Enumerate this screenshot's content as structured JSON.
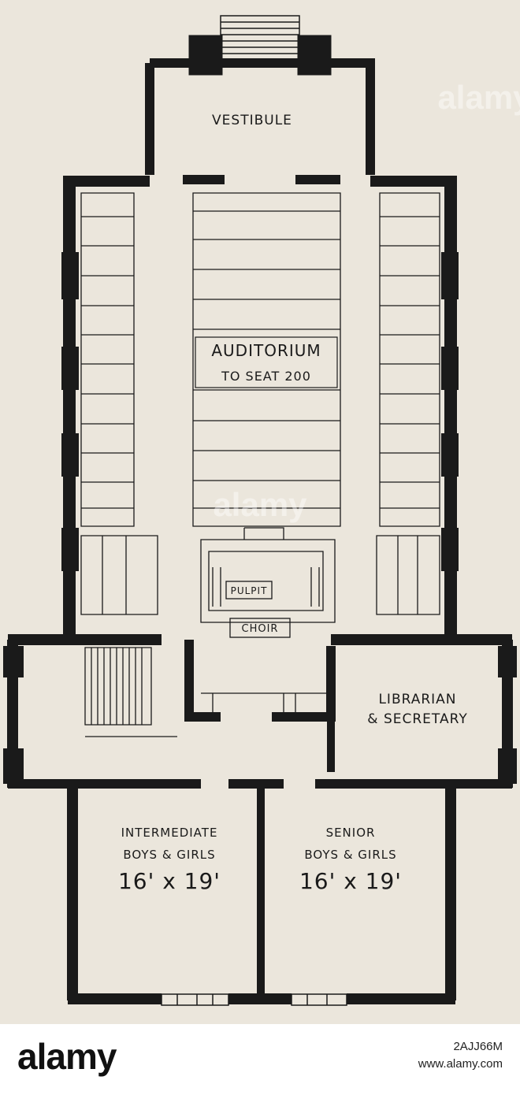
{
  "plan": {
    "rooms": {
      "vestibule": "VESTIBULE",
      "auditorium_line1": "AUDITORIUM",
      "auditorium_line2": "TO SEAT 200",
      "pulpit": "PULPIT",
      "choir": "CHOIR",
      "librarian_line1": "LIBRARIAN",
      "librarian_line2": "& SECRETARY",
      "intermediate_line1": "INTERMEDIATE",
      "intermediate_line2": "BOYS & GIRLS",
      "intermediate_line3": "16' x 19'",
      "senior_line1": "SENIOR",
      "senior_line2": "BOYS & GIRLS",
      "senior_line3": "16' x 19'"
    },
    "colors": {
      "paper": "#ebe6dc",
      "ink": "#1a1a1a"
    }
  },
  "watermark": {
    "text": "alamy"
  },
  "footer": {
    "logo": "alamy",
    "image_id": "2AJJ66M",
    "site": "www.alamy.com"
  }
}
